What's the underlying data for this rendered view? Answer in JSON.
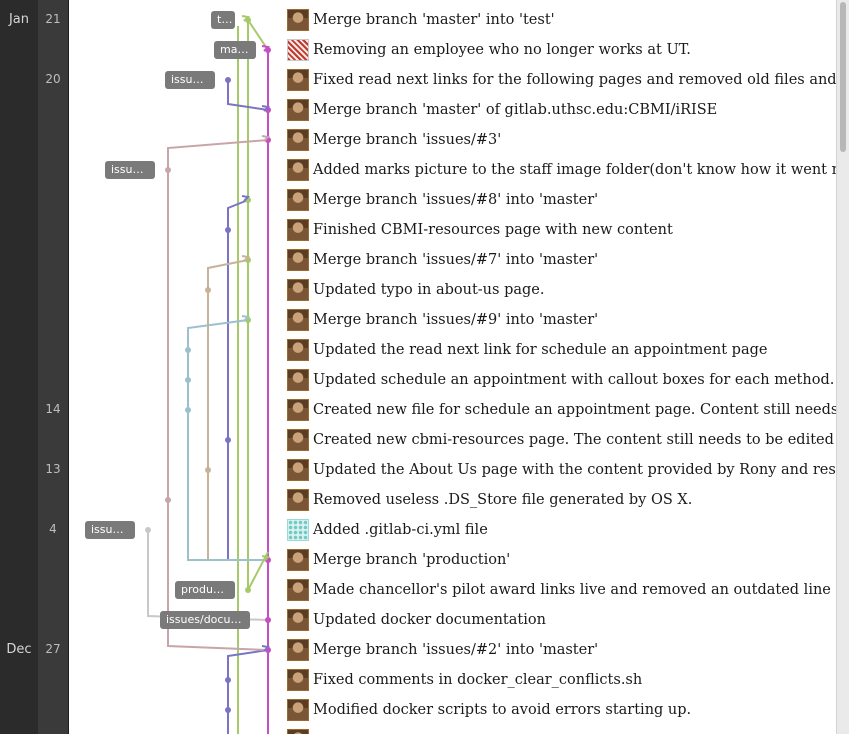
{
  "dates": {
    "months": [
      {
        "label": "Jan",
        "row": 0
      },
      {
        "label": "Dec",
        "row": 21
      }
    ],
    "days": [
      {
        "label": "21",
        "row": 0
      },
      {
        "label": "20",
        "row": 2
      },
      {
        "label": "14",
        "row": 13
      },
      {
        "label": "13",
        "row": 15
      },
      {
        "label": "4",
        "row": 17
      },
      {
        "label": "27",
        "row": 21
      }
    ]
  },
  "branch_labels": [
    {
      "text": "test",
      "row": 0
    },
    {
      "text": "master",
      "row": 1
    },
    {
      "text": "issues/#5",
      "row": 2
    },
    {
      "text": "issues/#3",
      "row": 5
    },
    {
      "text": "issues/#6",
      "row": 17
    },
    {
      "text": "production",
      "row": 19
    },
    {
      "text": "issues/document...",
      "row": 20
    }
  ],
  "commits": [
    {
      "message": "Merge branch 'master' into 'test'",
      "avatar": "photo"
    },
    {
      "message": "Removing an employee who no longer works at UT.",
      "avatar": "pattern"
    },
    {
      "message": "Fixed read next links for the following pages and removed old files and swap",
      "avatar": "photo"
    },
    {
      "message": "Merge branch 'master' of gitlab.uthsc.edu:CBMI/iRISE",
      "avatar": "photo"
    },
    {
      "message": "Merge branch 'issues/#3'",
      "avatar": "photo"
    },
    {
      "message": "Added marks picture to the staff image folder(don't know how it went missing",
      "avatar": "photo"
    },
    {
      "message": "Merge branch 'issues/#8' into 'master'",
      "avatar": "photo"
    },
    {
      "message": "Finished CBMI-resources page with new content",
      "avatar": "photo"
    },
    {
      "message": "Merge branch 'issues/#7' into 'master'",
      "avatar": "photo"
    },
    {
      "message": "Updated typo in about-us page.",
      "avatar": "photo"
    },
    {
      "message": "Merge branch 'issues/#9' into 'master'",
      "avatar": "photo"
    },
    {
      "message": "Updated the read next link for schedule an appointment page",
      "avatar": "photo"
    },
    {
      "message": "Updated schedule an appointment with callout boxes for each method.",
      "avatar": "photo"
    },
    {
      "message": "Created new file for schedule an appointment page. Content still needs to be",
      "avatar": "photo"
    },
    {
      "message": "Created new cbmi-resources page. The content still needs to be edited and up",
      "avatar": "photo"
    },
    {
      "message": "Updated the About Us page with the content provided by Rony and restructu",
      "avatar": "photo"
    },
    {
      "message": "Removed useless .DS_Store file generated by OS X.",
      "avatar": "photo"
    },
    {
      "message": "Added .gitlab-ci.yml file",
      "avatar": "teal"
    },
    {
      "message": "Merge branch 'production'",
      "avatar": "photo"
    },
    {
      "message": "Made chancellor's pilot award links live and removed an outdated line about",
      "avatar": "photo"
    },
    {
      "message": "Updated docker documentation",
      "avatar": "photo"
    },
    {
      "message": "Merge branch 'issues/#2' into 'master'",
      "avatar": "photo"
    },
    {
      "message": "Fixed comments in docker_clear_conflicts.sh",
      "avatar": "photo"
    },
    {
      "message": "Modified docker scripts to avoid errors starting up.",
      "avatar": "photo"
    },
    {
      "message": "",
      "avatar": "photo"
    }
  ],
  "colors": {
    "master": "#c64fc4",
    "test": "#a6c96a",
    "issue5": "#7b73c6",
    "issue3": "#c7a5a9",
    "issue7": "#c8b29a",
    "issue9": "#9cc1cc",
    "issue6": "#c8c8c8",
    "label": "#7a7a7a"
  }
}
